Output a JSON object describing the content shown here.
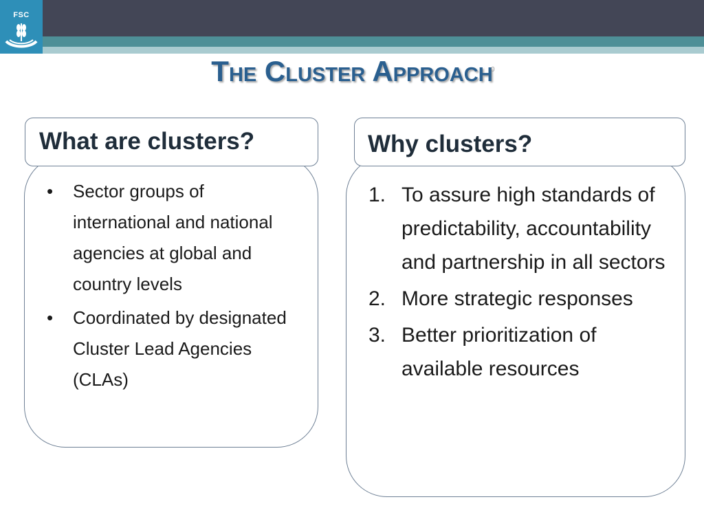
{
  "logo": {
    "text": "FSC"
  },
  "title": "The Cluster Approach",
  "title_mark": "0",
  "left_card": {
    "heading": "What are clusters?",
    "bullet_mark": "•",
    "items": [
      "Sector groups of international and national agencies at global and country levels",
      "Coordinated by designated Cluster Lead Agencies (CLAs)"
    ]
  },
  "right_card": {
    "heading": "Why clusters?",
    "items": [
      {
        "num": "1.",
        "text": "To assure high standards of predictability, accountability and partnership in all sectors"
      },
      {
        "num": "2.",
        "text": "More strategic responses"
      },
      {
        "num": "3.",
        "text": "Better prioritization of available resources"
      }
    ]
  },
  "colors": {
    "header_dark": "#434656",
    "header_teal": "#4e8f97",
    "header_light": "#a9cbd0",
    "title": "#2a5f8f",
    "card_border": "#6d7f94"
  }
}
